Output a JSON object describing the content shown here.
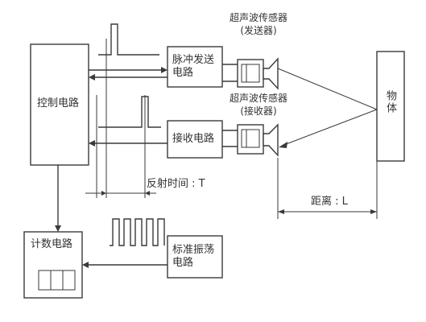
{
  "blocks": {
    "control": "控制电路",
    "pulse_tx": "脉冲发送\n电路",
    "receive": "接收电路",
    "counter": "计数电路",
    "oscillator": "标准振荡\n电路",
    "object": "物体"
  },
  "sensors": {
    "transmitter": "超声波传感器\n(发送器)",
    "receiver": "超声波传感器\n(接收器)"
  },
  "dimensions": {
    "reflect_time": "反射时间 : T",
    "distance": "距离 : L"
  },
  "colors": {
    "ink": "#3a3a3a",
    "text": "#333333",
    "background": "#ffffff"
  }
}
